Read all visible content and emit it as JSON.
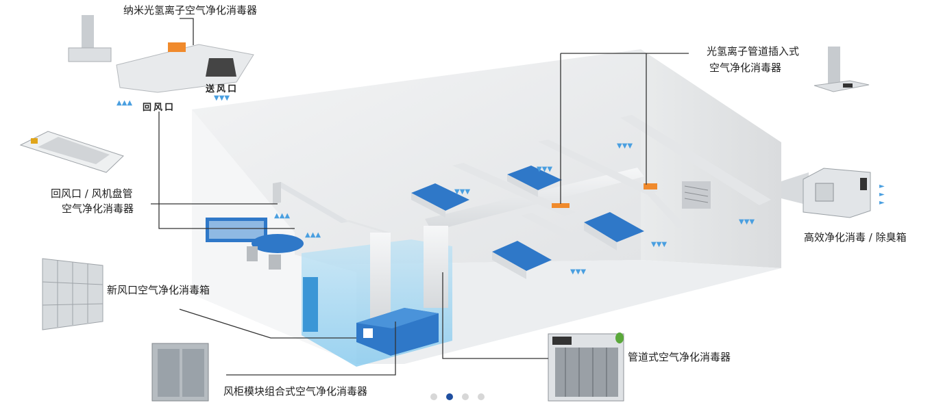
{
  "labels": {
    "nano_hydrogen_ion": "纳米光氢离子空气净化消毒器",
    "supply_outlet": "送风口",
    "return_outlet": "回风口",
    "photo_hydrogen_duct_line1": "光氢离子管道插入式",
    "photo_hydrogen_duct_line2": "空气净化消毒器",
    "fan_coil_line1": "回风口 / 风机盘管",
    "fan_coil_line2": "空气净化消毒器",
    "high_efficiency_box": "高效净化消毒 / 除臭箱",
    "fresh_air_box": "新风口空气净化消毒箱",
    "duct_purifier": "管道式空气净化消毒器",
    "ahu_module": "风柜模块组合式空气净化消毒器"
  },
  "carousel": {
    "count": 4,
    "active_index": 1
  },
  "colors": {
    "wall": "#e4e6e8",
    "floor": "#eef0f2",
    "duct": "#eaecee",
    "accent_blue": "#2f78c8",
    "module_orange": "#f08a2c",
    "leader_line": "#333333"
  }
}
